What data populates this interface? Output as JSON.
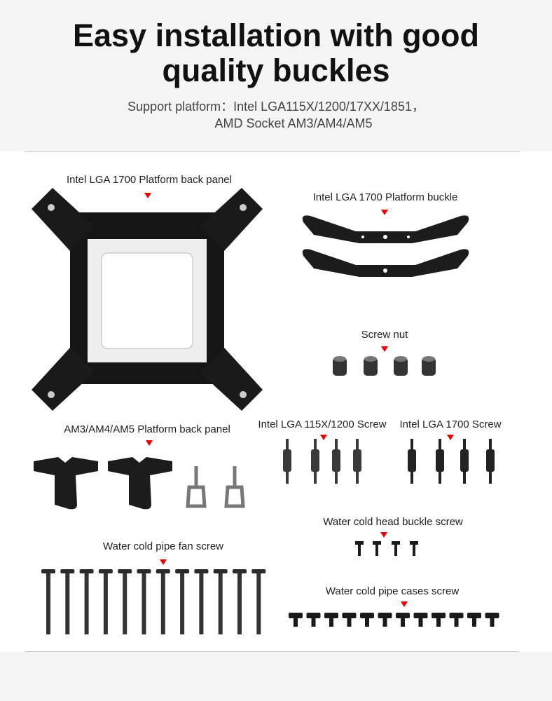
{
  "header": {
    "title_line1": "Easy installation with good",
    "title_line2": "quality buckles",
    "subtitle_line1": "Support platform：Intel  LGA115X/1200/17XX/1851，",
    "subtitle_line2": "AMD Socket AM3/AM4/AM5"
  },
  "parts": {
    "intel_back_panel": "Intel LGA 1700 Platform back panel",
    "intel_buckle": "Intel LGA 1700 Platform buckle",
    "screw_nut": "Screw nut",
    "amd_back_panel": "AM3/AM4/AM5  Platform back panel",
    "intel_115x_screw": "Intel LGA 115X/1200 Screw",
    "intel_1700_screw": "Intel LGA 1700 Screw",
    "head_buckle_screw": "Water cold head buckle screw",
    "fan_screw": "Water cold pipe fan screw",
    "cases_screw": "Water cold pipe cases screw"
  },
  "colors": {
    "arrow": "#e00000",
    "part": "#1a1a1a"
  }
}
